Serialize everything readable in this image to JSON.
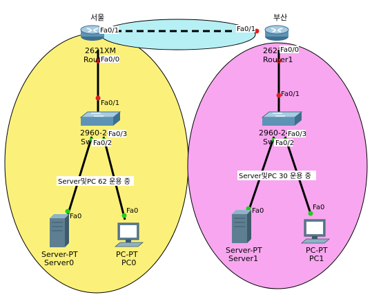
{
  "network": {
    "left": {
      "region_color": "#fbf17a",
      "router": {
        "city": "서울",
        "model": "2621XM",
        "name": "Router0",
        "port_top": "Fa0/1",
        "port_down": "Fa0/0"
      },
      "switch": {
        "model": "2960-24",
        "name": "Switch0",
        "port_up": "Fa0/1",
        "port_a": "Fa0/3",
        "port_b": "Fa0/2"
      },
      "note": "Server및PC 62 운용 중",
      "server": {
        "model": "Server-PT",
        "name": "Server0",
        "port": "Fa0"
      },
      "pc": {
        "model": "PC-PT",
        "name": "PC0",
        "port": "Fa0"
      }
    },
    "right": {
      "region_color": "#f7a6ef",
      "router": {
        "city": "부산",
        "model": "2621XM",
        "name": "Router1",
        "port_top": "Fa0/1",
        "port_down": "Fa0/0"
      },
      "switch": {
        "model": "2960-24",
        "name": "Switch1",
        "port_up": "Fa0/1",
        "port_a": "Fa0/3",
        "port_b": "Fa0/2"
      },
      "note": "Server및PC 30 운용 중",
      "server": {
        "model": "Server-PT",
        "name": "Server1",
        "port": "Fa0"
      },
      "pc": {
        "model": "PC-PT",
        "name": "PC1",
        "port": "Fa0"
      }
    },
    "wan_link_color": "#b6f0f5",
    "colors": {
      "link_up": "#22cc22",
      "link_down": "#e02020"
    }
  }
}
